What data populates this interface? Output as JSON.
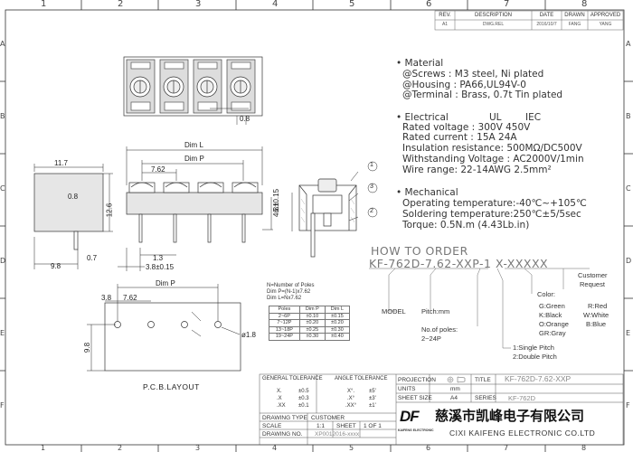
{
  "zones_top": [
    "5",
    "6",
    "7",
    "8"
  ],
  "zones_top_left": [
    "1",
    "2",
    "3",
    "4"
  ],
  "zones_bottom": [
    "1",
    "2",
    "3",
    "4",
    "5",
    "6",
    "7",
    "8"
  ],
  "zones_side": [
    "A",
    "B",
    "C",
    "D",
    "E",
    "F"
  ],
  "rev_table": {
    "headers": [
      "REV.",
      "DESCRIPTION",
      "DATE",
      "DRAWN",
      "APPROVED"
    ],
    "row": [
      "A1",
      "DWG.REL",
      "2016/10/7",
      "FANG",
      "YANG"
    ]
  },
  "material": {
    "title": "Material",
    "lines": [
      "@Screws : M3 steel, Ni plated",
      "@Housing : PA66,UL94V-0",
      "@Terminal : Brass, 0.7t Tin plated"
    ]
  },
  "electrical": {
    "title": "Electrical",
    "col_ul": "UL",
    "col_iec": "IEC",
    "lines": [
      "Rated voltage : 300V  450V",
      "Rated current : 15A    24A",
      "Insulation resistance: 500MΩ/DC500V",
      "Withstanding Voltage : AC2000V/1min",
      "Wire range: 22-14AWG  2.5mm²"
    ]
  },
  "mechanical": {
    "title": "Mechanical",
    "lines": [
      "Operating temperature:-40℃~+105℃",
      "Soldering temperature:250℃±5/5sec",
      "Torque: 0.5N.m (4.43Lb.in)"
    ]
  },
  "order": {
    "heading": "HOW TO ORDER",
    "code": "KF-762D-7.62-XXP-1 X-XXXXX",
    "model": "MODEL",
    "pitch": "Pitch:mm",
    "poles_1": "No.of poles:",
    "poles_2": "2~24P",
    "customer_1": "Customer",
    "customer_2": "Request",
    "color_title": "Color:",
    "colors": [
      "G:Green",
      "R:Red",
      "K:Black",
      "W:White",
      "O:Orange",
      "B:Blue",
      "GR:Gray"
    ],
    "pitch_opts": [
      "1:Single Pitch",
      "2:Double Pitch"
    ]
  },
  "dims": {
    "d08_top": "0.8",
    "dim_l": "Dim L",
    "dim_p": "Dim P",
    "d762": "7.62",
    "d117": "11.7",
    "d08_side": "0.8",
    "d126": "12.6",
    "d07": "0.7",
    "d98": "9.8",
    "d13": "1.3",
    "d38": "3.8±0.15",
    "d61": "6.1",
    "d48": "4.8±0.15",
    "pcb_dim_p": "Dim P",
    "pcb_38": "3.8",
    "pcb_762": "7.62",
    "pcb_98": "9.8",
    "pcb_hole": "ø1.8",
    "pcb_label": "P.C.B.LAYOUT",
    "callouts": [
      "1",
      "3",
      "2"
    ]
  },
  "poles_table": {
    "notes": [
      "N=Number of Poles",
      "Dim P=(N-1)x7.62",
      "Dim L=Nx7.62"
    ],
    "headers": [
      "Poles",
      "Dim P",
      "Dim L"
    ],
    "rows": [
      [
        "2~6P",
        "±0.10",
        "±0.15"
      ],
      [
        "7~12P",
        "±0.20",
        "±0.20"
      ],
      [
        "13~18P",
        "±0.25",
        "±0.30"
      ],
      [
        "19~24P",
        "±0.30",
        "±0.40"
      ]
    ]
  },
  "title_block": {
    "gen_tol": "GENERAL TOLERANCE",
    "ang_tol": "ANGLE TOLERANCE",
    "tol_rows": [
      [
        "X.",
        "±0.5",
        "X°.",
        "±5'"
      ],
      [
        ".X",
        "±0.3",
        ".X°",
        "±3'"
      ],
      [
        ".XX",
        "±0.1",
        ".XX°",
        "±1'"
      ]
    ],
    "projection": "PROJECTION",
    "units": "UNITS",
    "units_val": "mm",
    "sheet_size": "SHEET SIZE",
    "sheet_size_val": "A4",
    "title_lbl": "TITLE",
    "title_val": "KF-762D-7.62-XXP",
    "series_lbl": "SERIES",
    "series_val": "KF-762D",
    "drawing_type": "DRAWING TYPE",
    "customer_lbl": "CUSTOMER",
    "scale_lbl": "SCALE",
    "scale_val": "1:1",
    "sheet_lbl": "SHEET",
    "sheet_val": "1  OF  1",
    "drawing_no_lbl": "DRAWING NO.",
    "drawing_no_val": "XP0012016-xxxx",
    "logo": "DF",
    "logo_sub": "KAIFENG ELECTRONIC",
    "company_cn": "慈溪市凯峰电子有限公司",
    "company_en": "CIXI KAIFENG ELECTRONIC CO.LTD"
  }
}
